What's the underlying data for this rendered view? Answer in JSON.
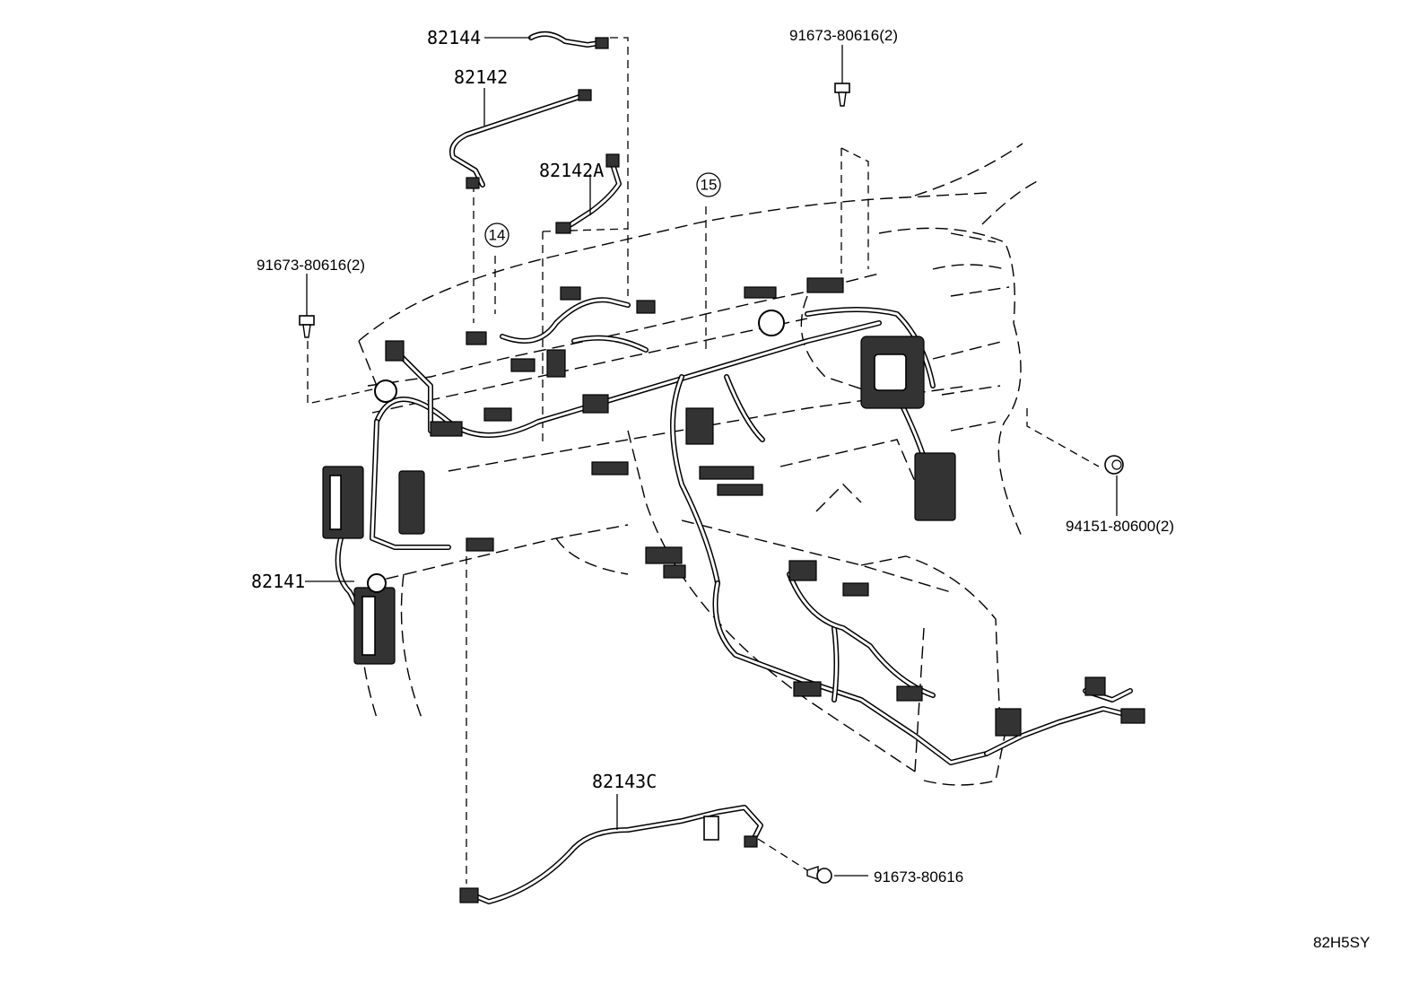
{
  "diagram": {
    "parts": {
      "p82144": "82144",
      "p82142": "82142",
      "p82142A": "82142A",
      "p82141": "82141",
      "p82143C": "82143C",
      "bolt_top": "91673-80616(2)",
      "bolt_left": "91673-80616(2)",
      "bolt_bottom": "91673-80616",
      "clip_right": "94151-80600(2)"
    },
    "callouts": {
      "c14": "14",
      "c15": "15"
    },
    "code": "82H5SY"
  }
}
